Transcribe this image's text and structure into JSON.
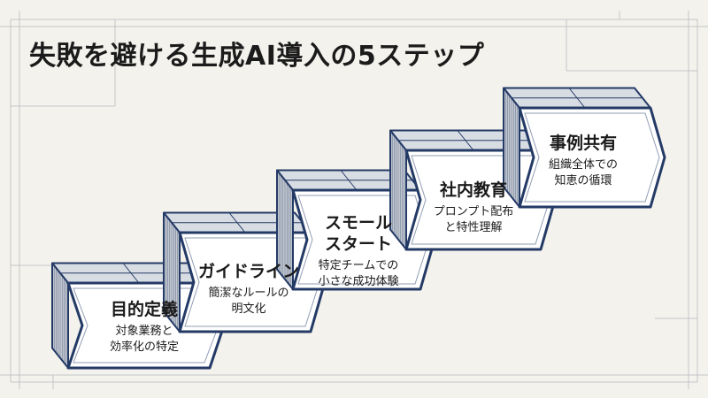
{
  "title": "失敗を避ける生成AI導入の5ステップ",
  "colors": {
    "background": "#f3f2ec",
    "frame": "#b9bcc2",
    "navy": "#243a66",
    "face": "#ffffff",
    "top": "#d8dde4",
    "side": "#c4c9d1"
  },
  "steps": [
    {
      "title": "目的定義",
      "desc": "対象業務と\n効率化の特定"
    },
    {
      "title": "ガイドライン",
      "desc": "簡潔なルールの\n明文化"
    },
    {
      "title": "スモール\nスタート",
      "desc": "特定チームでの\n小さな成功体験"
    },
    {
      "title": "社内教育",
      "desc": "プロンプト配布\nと特性理解"
    },
    {
      "title": "事例共有",
      "desc": "組織全体での\n知恵の循環"
    }
  ]
}
